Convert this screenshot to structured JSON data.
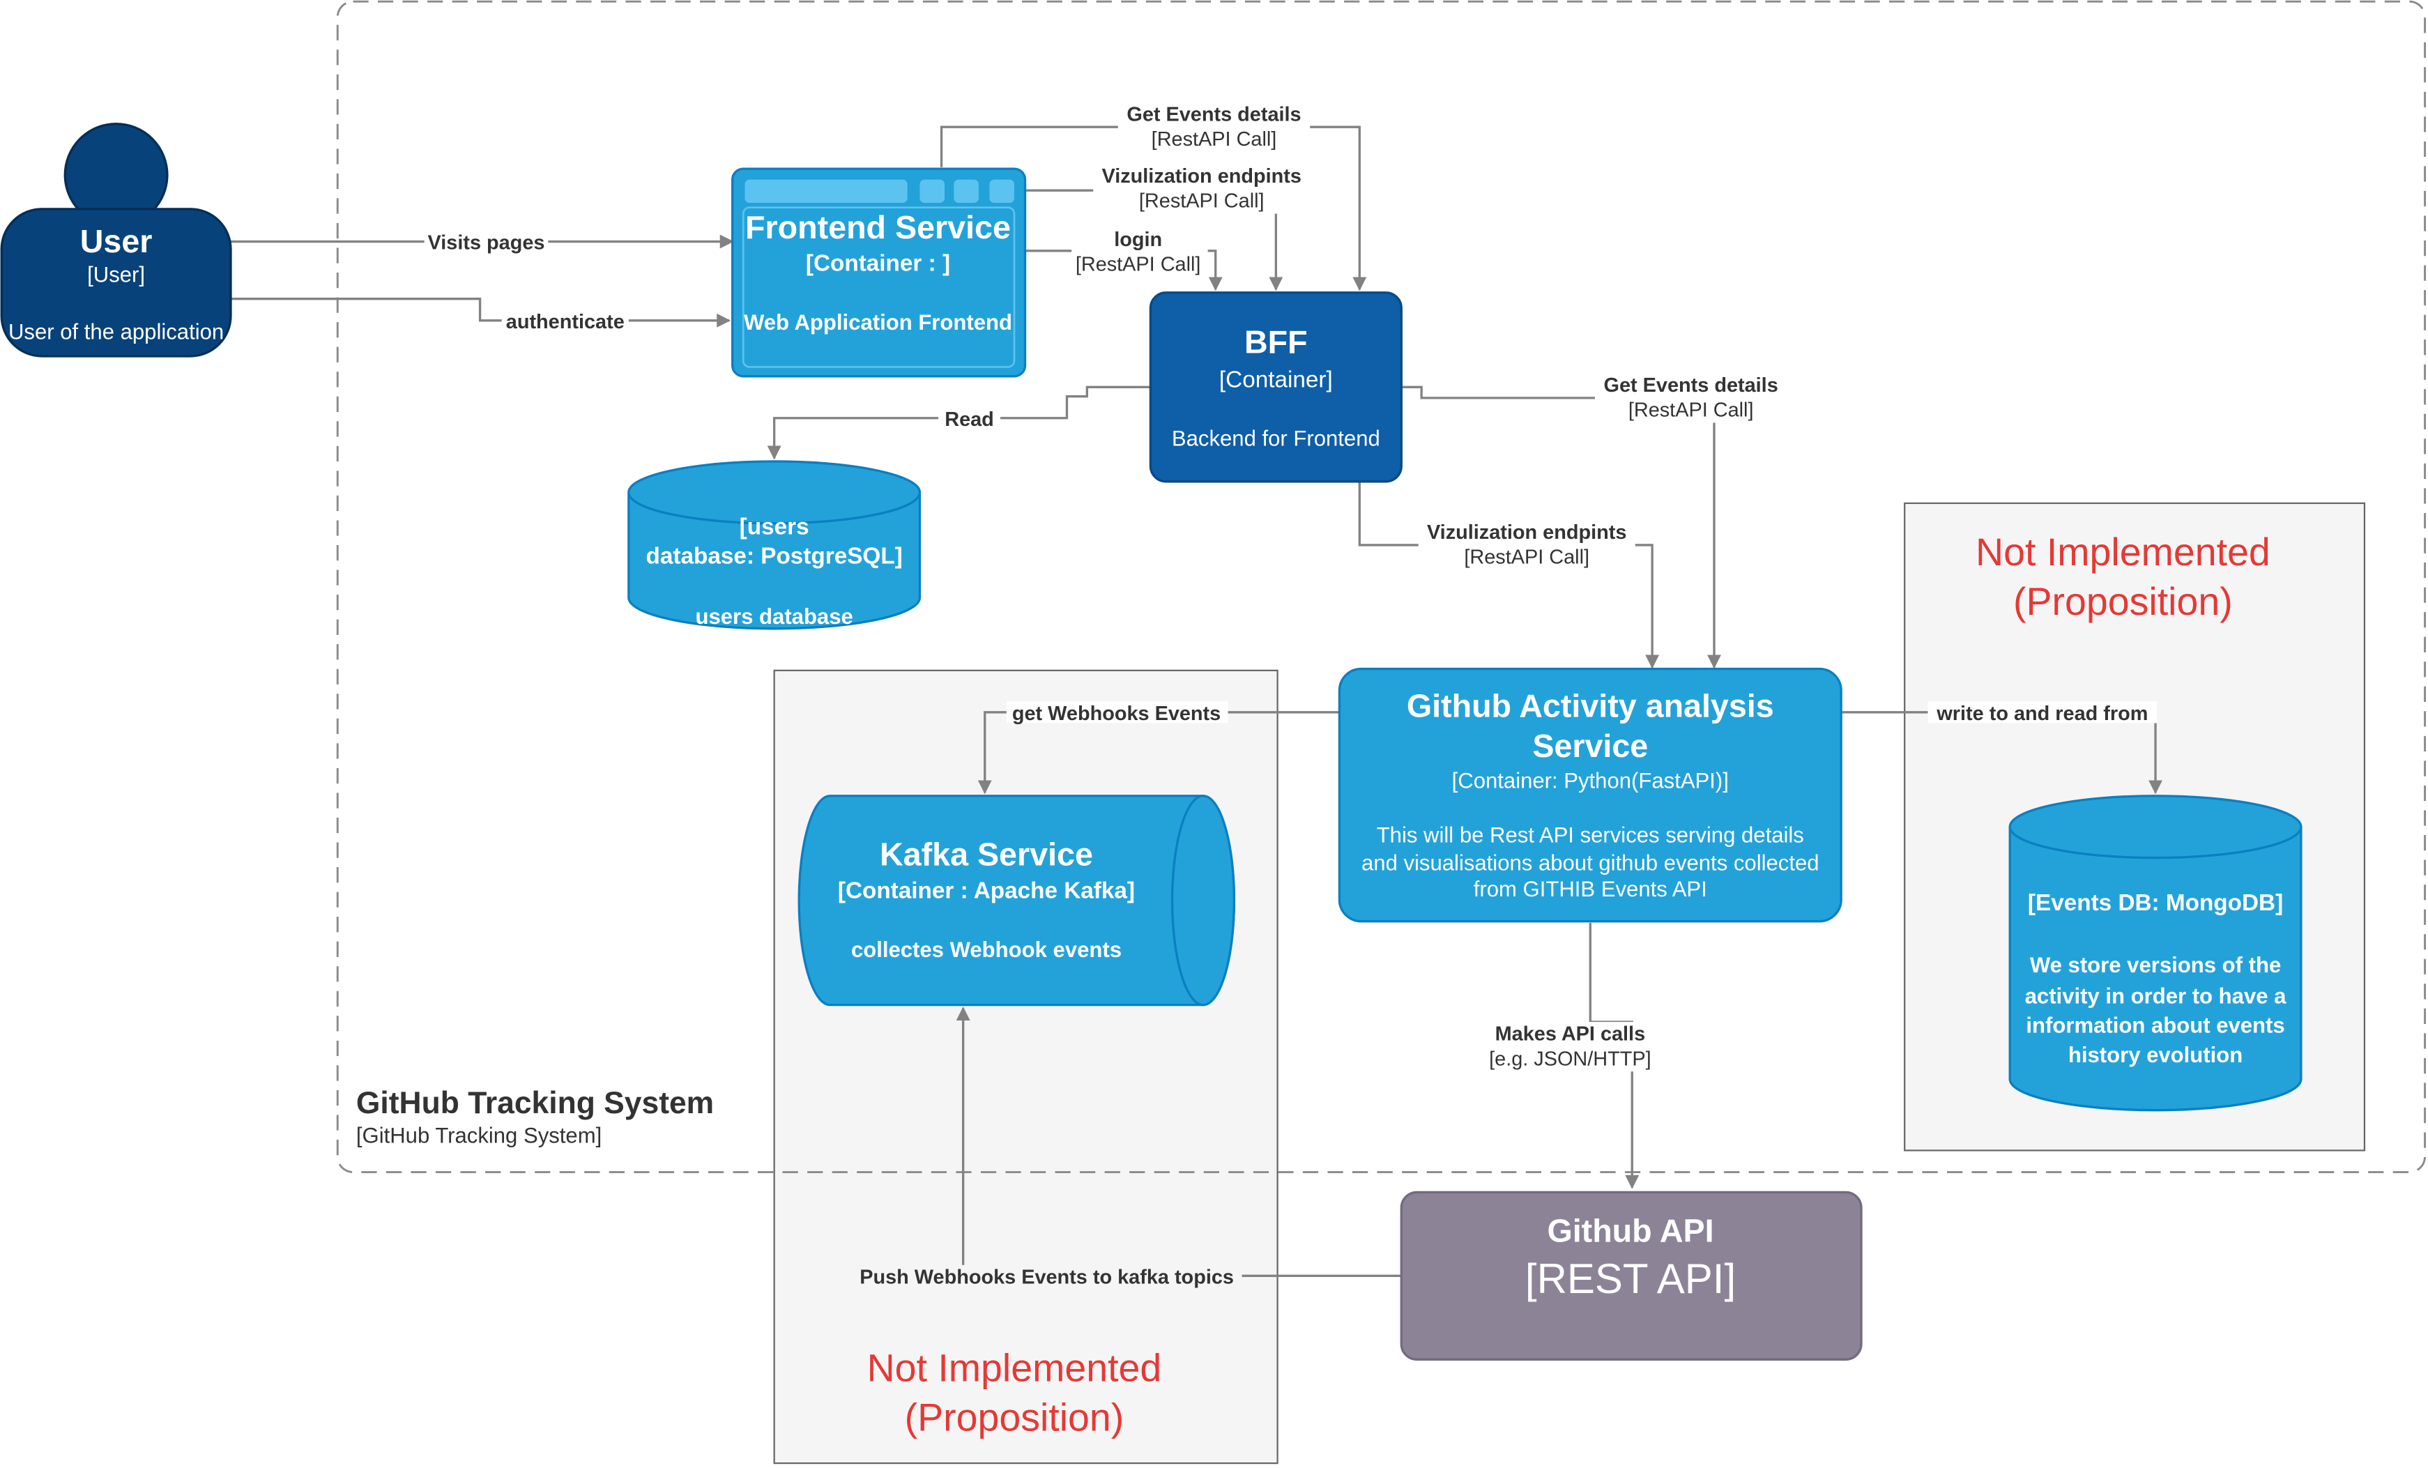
{
  "colors": {
    "container_blue": "#23a2d9",
    "container_dark": "#0e5ea8",
    "person": "#08427b",
    "external": "#8c8496",
    "proposition_bg": "#f5f5f5",
    "proposition_text": "#e53935",
    "edge": "#828282"
  },
  "boundary": {
    "title": "GitHub Tracking System",
    "subtitle": "[GitHub Tracking System]"
  },
  "nodes": {
    "user": {
      "title": "User",
      "type": "[User]",
      "desc": "User of the application",
      "icon": "person-icon"
    },
    "frontend": {
      "title": "Frontend Service",
      "type": "[Container : ]",
      "desc": "Web Application Frontend",
      "icon": "browser-window-icon"
    },
    "bff": {
      "title": "BFF",
      "type": "[Container]",
      "desc": "Backend for Frontend"
    },
    "users_db": {
      "line1": "[users",
      "line2": "database: PostgreSQL]",
      "desc": "users database",
      "icon": "database-cylinder-icon"
    },
    "gaas": {
      "title1": "Github Activity analysis",
      "title2": "Service",
      "type": "[Container: Python(FastAPI)]",
      "desc1": "This will be Rest API services serving details",
      "desc2": "and visualisations about github events collected",
      "desc3": "from GITHIB Events API"
    },
    "kafka": {
      "title": "Kafka Service",
      "type": "[Container : Apache Kafka]",
      "desc": "collectes Webhook events",
      "icon": "queue-cylinder-icon"
    },
    "events_db": {
      "type": "[Events DB: MongoDB]",
      "desc1": "We store versions of the",
      "desc2": "activity in order to have a",
      "desc3": "information about events",
      "desc4": "history evolution",
      "icon": "database-cylinder-icon"
    },
    "github_api": {
      "title": "Github API",
      "type": "[REST API]"
    }
  },
  "propositions": [
    {
      "line1": "Not Implemented",
      "line2": "(Proposition)"
    },
    {
      "line1": "Not Implemented",
      "line2": "(Proposition)"
    }
  ],
  "edges": {
    "visits": {
      "label": "Visits pages"
    },
    "authenticate": {
      "label": "authenticate"
    },
    "fe_get_events": {
      "label": "Get Events details",
      "tech": "[RestAPI Call]"
    },
    "fe_viz": {
      "label": "Vizulization endpints",
      "tech": "[RestAPI Call]"
    },
    "fe_login": {
      "label": "login",
      "tech": "[RestAPI Call]"
    },
    "bff_read": {
      "label": "Read"
    },
    "bff_get_events": {
      "label": "Get Events details",
      "tech": "[RestAPI Call]"
    },
    "bff_viz": {
      "label": "Vizulization endpints",
      "tech": "[RestAPI Call]"
    },
    "gaas_webhooks": {
      "label": "get Webhooks Events"
    },
    "gaas_write": {
      "label": "write to and read from"
    },
    "gaas_api": {
      "label": "Makes API calls",
      "tech": "[e.g. JSON/HTTP]"
    },
    "api_push": {
      "label": "Push Webhooks Events to kafka topics"
    }
  }
}
